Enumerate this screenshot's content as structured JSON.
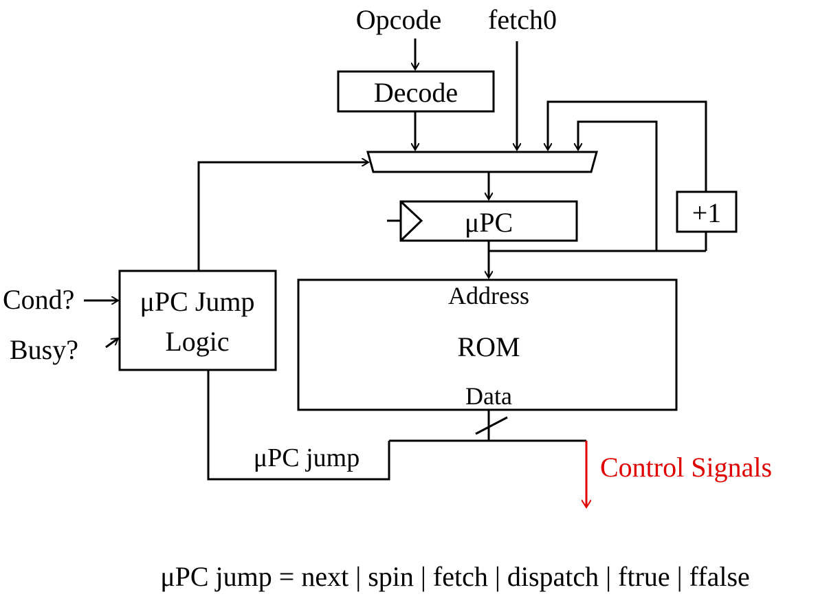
{
  "inputs": {
    "opcode": "Opcode",
    "fetch0": "fetch0",
    "cond": "Cond?",
    "busy": "Busy?"
  },
  "blocks": {
    "decode": "Decode",
    "upc": "μPC",
    "plus_one": "+1",
    "jump_logic_line1": "μPC Jump",
    "jump_logic_line2": "Logic",
    "rom_address": "Address",
    "rom_title": "ROM",
    "rom_data": "Data"
  },
  "signals": {
    "upc_jump": "μPC jump",
    "control_signals": "Control Signals"
  },
  "caption": "μPC jump = next | spin | fetch | dispatch | ftrue | ffalse",
  "colors": {
    "line": "#000000",
    "control_signals": "#e00000"
  }
}
